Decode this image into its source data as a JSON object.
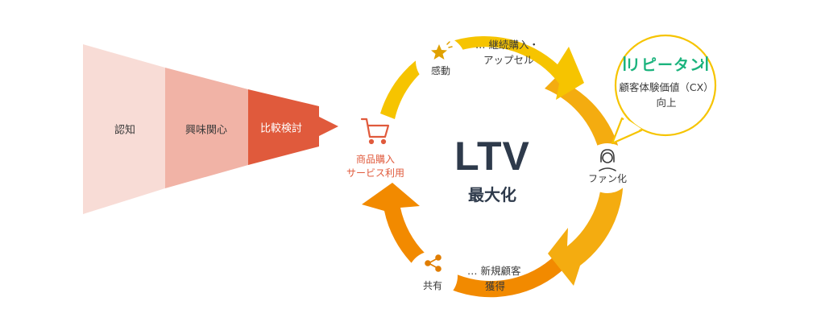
{
  "funnel": {
    "stages": [
      {
        "label": "認知",
        "color": "#f8dcd6"
      },
      {
        "label": "興味関心",
        "color": "#f1b3a6"
      },
      {
        "label": "比較検討",
        "color": "#e05a3c"
      }
    ]
  },
  "purchase": {
    "line1": "商品購入",
    "line2": "サービス利用",
    "icon": "shopping-cart-icon"
  },
  "center": {
    "title": "LTV",
    "subtitle": "最大化"
  },
  "cycle": {
    "top": {
      "label": "感動",
      "icon": "star-icon",
      "text1": "… 継続購入・",
      "text2": "アップセル",
      "color": "#f6c400"
    },
    "right": {
      "label": "ファン化",
      "icon": "person-icon",
      "color": "#f4ac10"
    },
    "bottom": {
      "label": "共有",
      "icon": "share-icon",
      "text1": "… 新規顧客",
      "text2": "獲得",
      "color": "#f28a00"
    }
  },
  "callout": {
    "logo": "リピータン",
    "line1": "顧客体験価値（CX）",
    "line2": "向上",
    "border_color": "#f6c400",
    "logo_color": "#1bb37d"
  }
}
